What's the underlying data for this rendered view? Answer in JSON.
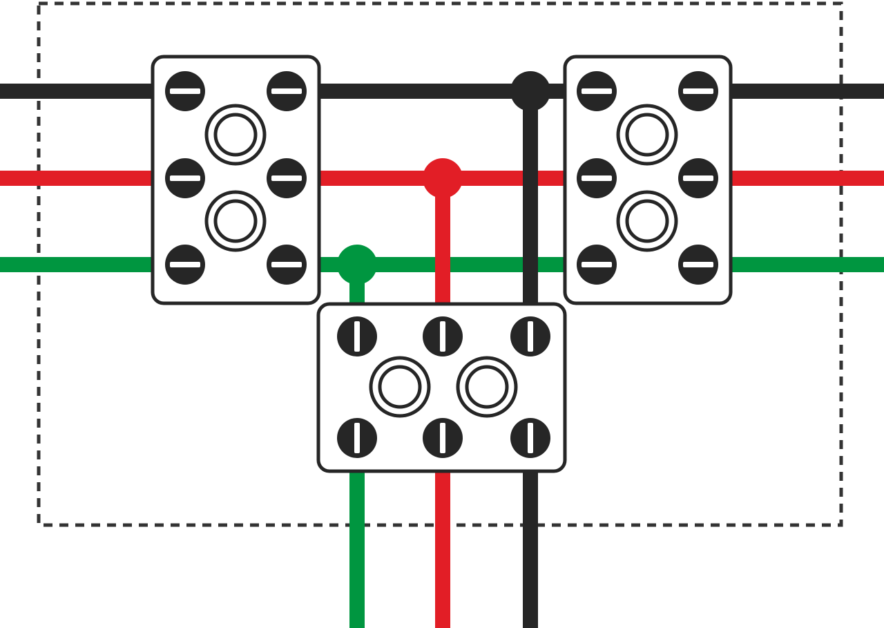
{
  "diagram": {
    "colors": {
      "background": "#ffffff",
      "black_wire": "#262626",
      "red_wire": "#e21e26",
      "green_wire": "#009640",
      "block_fill": "#ffffff",
      "block_outline": "#262626",
      "enclosure_outline": "#333333"
    },
    "wires": [
      {
        "id": "wire-black",
        "color_key": "black_wire"
      },
      {
        "id": "wire-red",
        "color_key": "red_wire"
      },
      {
        "id": "wire-green",
        "color_key": "green_wire"
      }
    ],
    "terminal_blocks": [
      {
        "id": "terminal-block-left",
        "screw_count": 6,
        "mounting_holes": 2,
        "screw_slot": "horizontal"
      },
      {
        "id": "terminal-block-right",
        "screw_count": 6,
        "mounting_holes": 2,
        "screw_slot": "horizontal"
      },
      {
        "id": "terminal-block-bottom",
        "screw_count": 6,
        "mounting_holes": 2,
        "screw_slot": "vertical"
      }
    ],
    "junction_nodes": [
      {
        "id": "junction-black",
        "wire": "black_wire"
      },
      {
        "id": "junction-red",
        "wire": "red_wire"
      },
      {
        "id": "junction-green",
        "wire": "green_wire"
      }
    ],
    "enclosure": {
      "style": "dashed"
    }
  }
}
